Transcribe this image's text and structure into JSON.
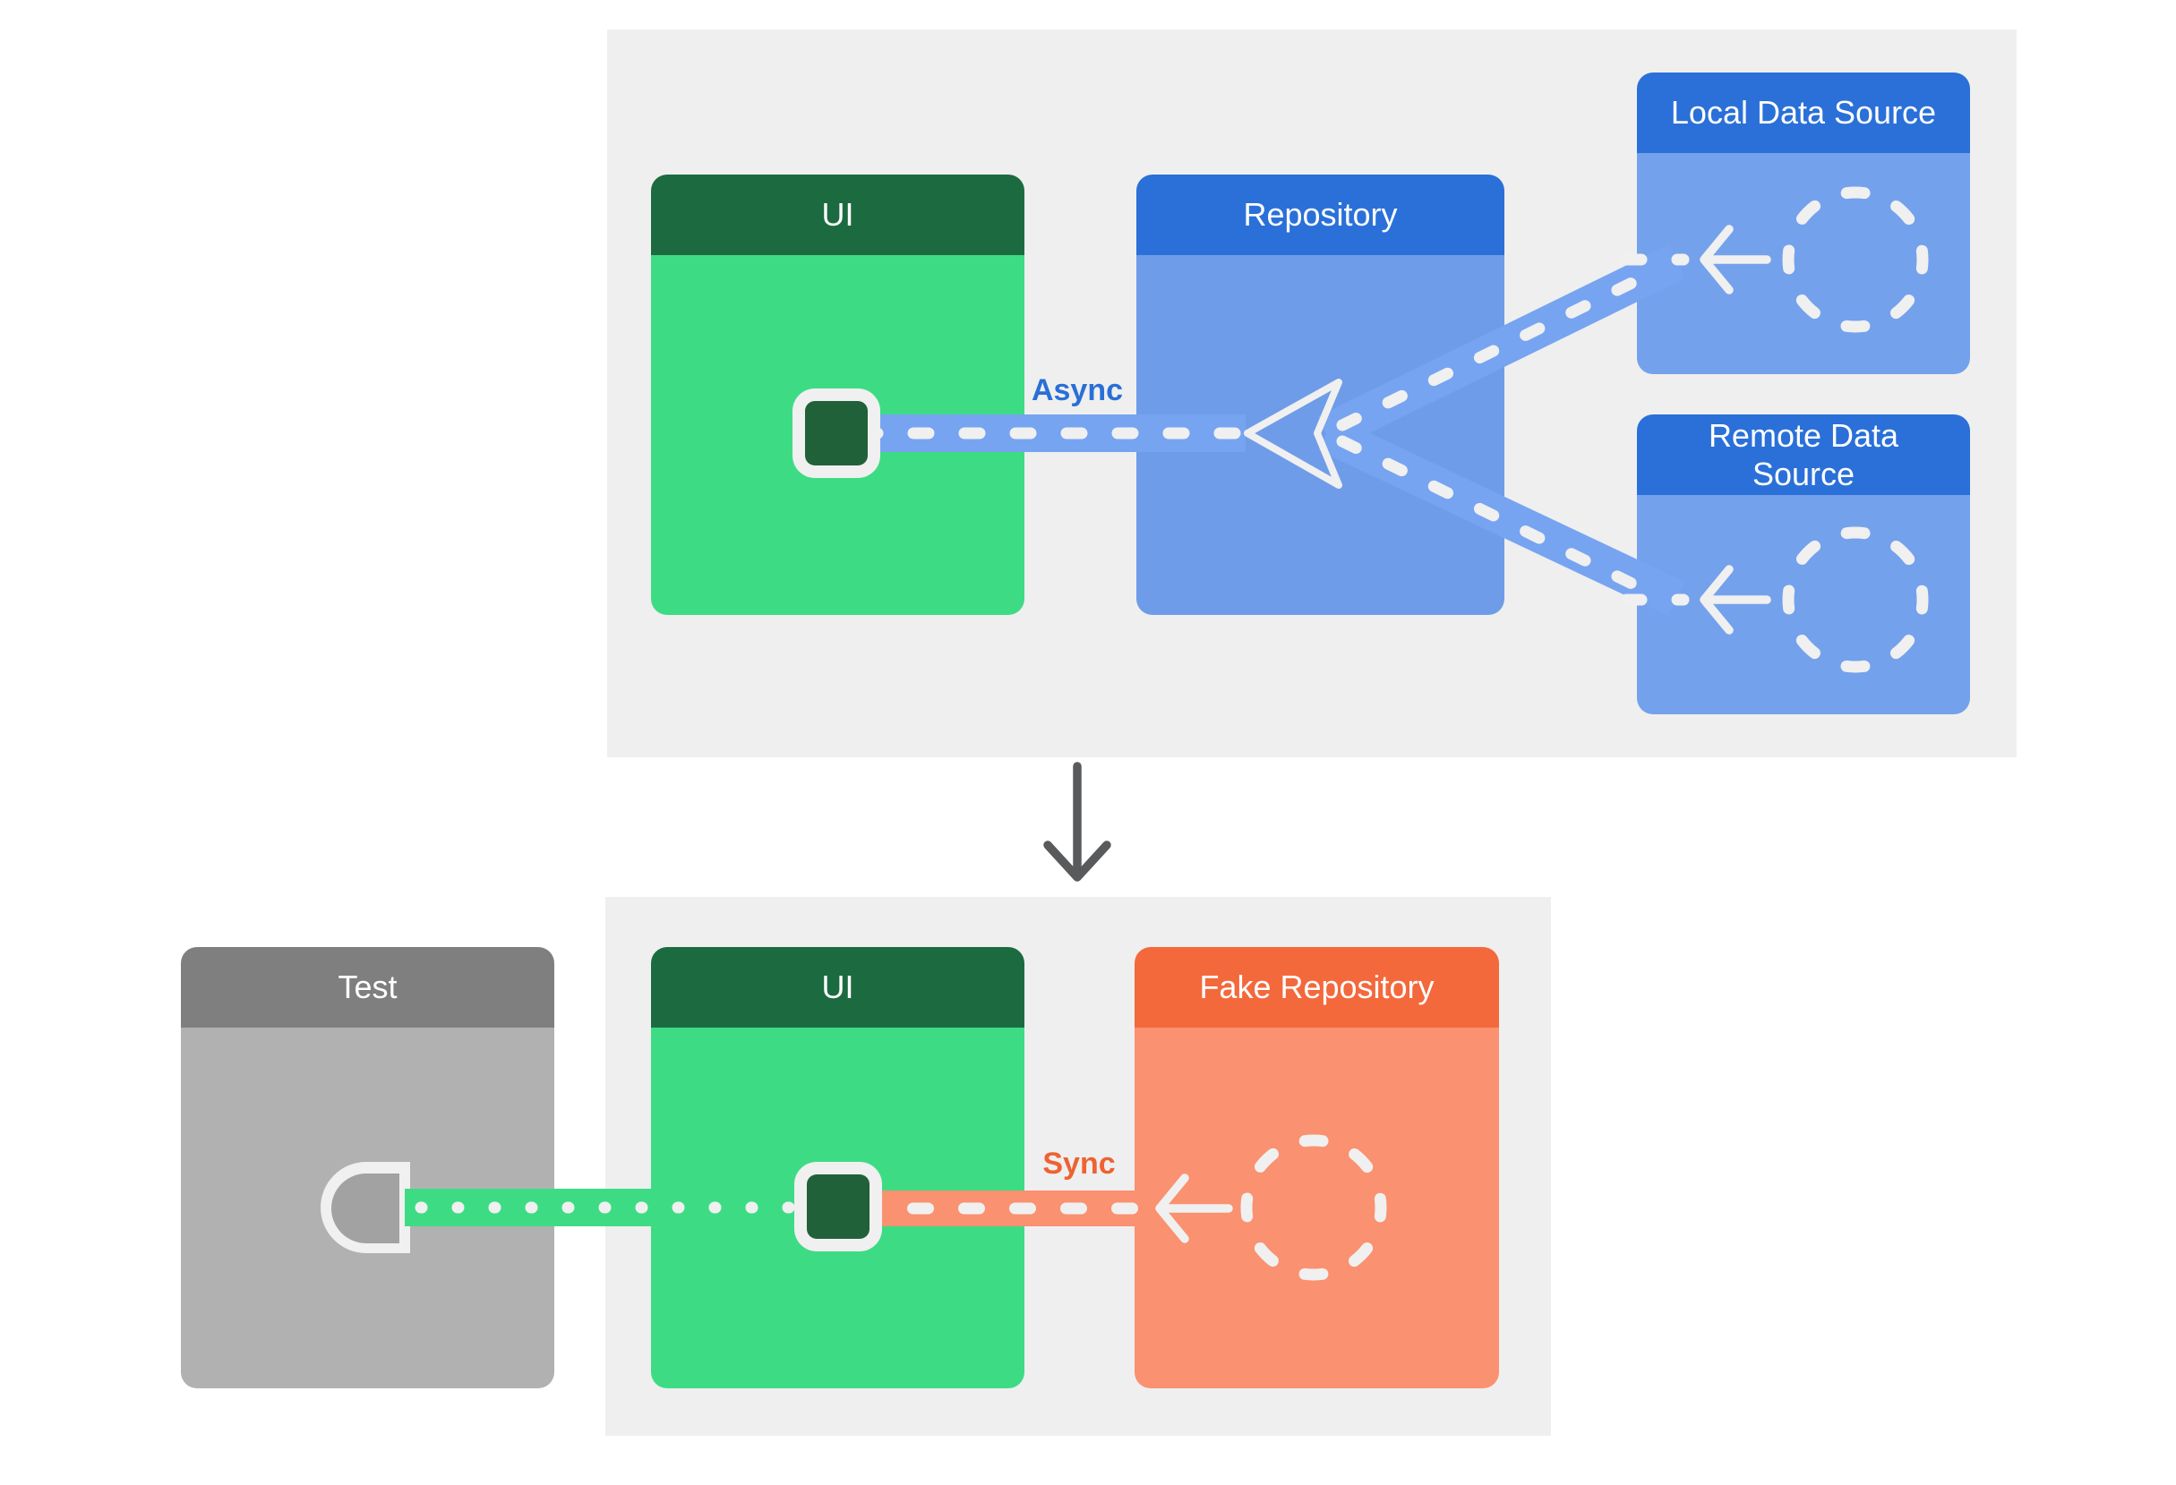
{
  "top_section": {
    "ui_card": {
      "title": "UI"
    },
    "repository_card": {
      "title": "Repository"
    },
    "local_data_source_card": {
      "title": "Local Data Source"
    },
    "remote_data_source_card": {
      "title": "Remote Data Source"
    },
    "connection_label": "Async"
  },
  "bottom_section": {
    "test_card": {
      "title": "Test"
    },
    "ui_card": {
      "title": "UI"
    },
    "fake_repository_card": {
      "title": "Fake Repository"
    },
    "connection_label": "Sync"
  },
  "icons": {
    "merge_triangle": "triangle-merge-icon",
    "dashed_circle": "dashed-circle-icon",
    "arrow_left": "arrow-left-icon",
    "down_arrow": "down-arrow-icon",
    "ui_state_square": "ui-state-square-icon",
    "test_socket": "test-socket-icon"
  },
  "colors": {
    "page_bg": "#ffffff",
    "panel_bg": "#efefef",
    "green_header": "#1c6b40",
    "green_body": "#3ddc84",
    "green_square": "#20613a",
    "blue_header": "#2a70d8",
    "blue_repository_body": "#6f9ce8",
    "blue_source_body": "#74a1ec",
    "blue_band": "#76a4f1",
    "white_stroke": "#f0f0f0",
    "gray_header": "#7f7f7f",
    "gray_body": "#b1b1b1",
    "gray_socket": "#a2a2a2",
    "orange_header": "#f3693c",
    "orange_body": "#fa9170",
    "async_label_color": "#2a6fd6",
    "sync_label_color": "#ee6231",
    "down_arrow_color": "#595a5c"
  }
}
